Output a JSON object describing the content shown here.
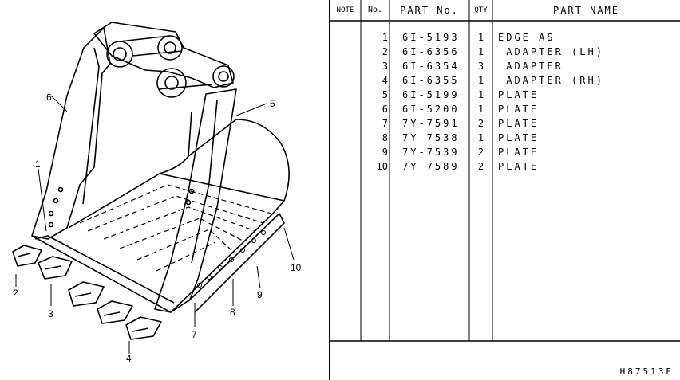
{
  "table": {
    "headers": {
      "note": "NOTE",
      "no": "No.",
      "part_no": "PART No.",
      "qty": "QTY",
      "part_name": "PART NAME"
    },
    "rows": [
      {
        "no": "1",
        "part_no": "6I-5193",
        "qty": "1",
        "part_name": "EDGE AS"
      },
      {
        "no": "2",
        "part_no": "6I-6356",
        "qty": "1",
        "part_name": " ADAPTER (LH)"
      },
      {
        "no": "3",
        "part_no": "6I-6354",
        "qty": "3",
        "part_name": " ADAPTER"
      },
      {
        "no": "4",
        "part_no": "6I-6355",
        "qty": "1",
        "part_name": " ADAPTER (RH)"
      },
      {
        "no": "5",
        "part_no": "6I-5199",
        "qty": "1",
        "part_name": "PLATE"
      },
      {
        "no": "6",
        "part_no": "6I-5200",
        "qty": "1",
        "part_name": "PLATE"
      },
      {
        "no": "7",
        "part_no": "7Y-7591",
        "qty": "2",
        "part_name": "PLATE"
      },
      {
        "no": "8",
        "part_no": "7Y 7538",
        "qty": "1",
        "part_name": "PLATE"
      },
      {
        "no": "9",
        "part_no": "7Y-7539",
        "qty": "2",
        "part_name": "PLATE"
      },
      {
        "no": "10",
        "part_no": "7Y 7589",
        "qty": "2",
        "part_name": "PLATE"
      }
    ]
  },
  "drawing": {
    "callouts": {
      "c1": "1",
      "c2": "2",
      "c3": "3",
      "c4": "4",
      "c5": "5",
      "c6": "6",
      "c7": "7",
      "c8": "8",
      "c9": "9",
      "c10": "10"
    }
  },
  "footer": {
    "doc_code": "H87513E"
  }
}
